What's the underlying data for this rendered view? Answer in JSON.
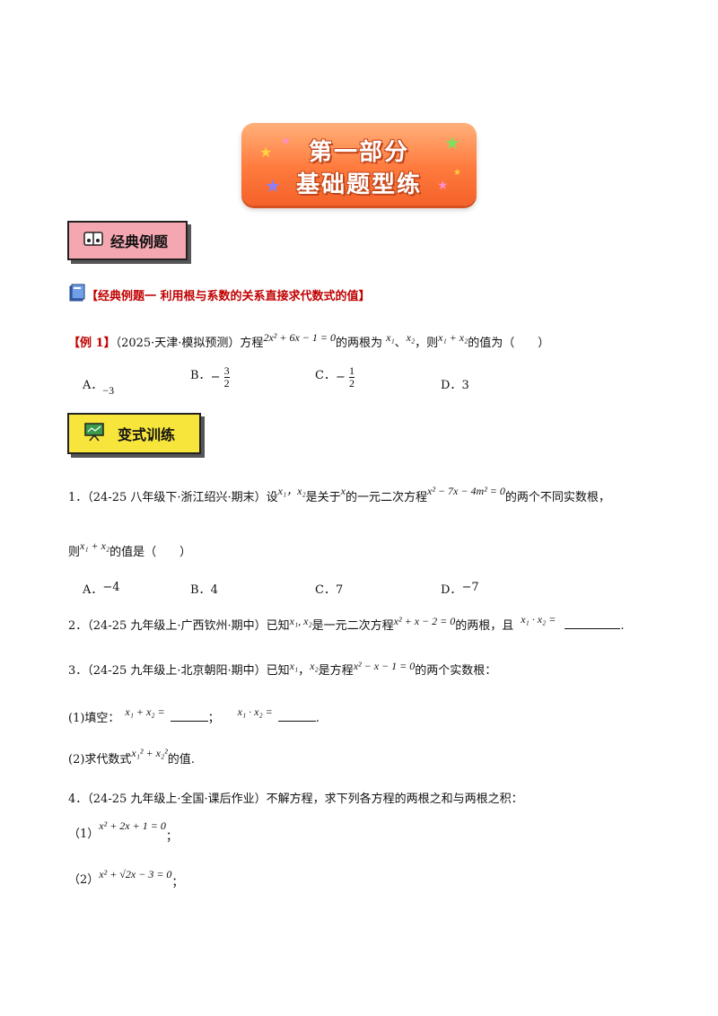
{
  "banner": {
    "line1": "第一部分",
    "line2": "基础题型练"
  },
  "section1": {
    "title": "经典例题"
  },
  "example_heading": "【经典例题一  利用根与系数的关系直接求代数式的值】",
  "example": {
    "tag": "【例 1】",
    "source": "（2025·天津·模拟预测）方程",
    "equation": "2x² + 6x − 1 = 0",
    "mid1": "的两根为",
    "x1": "x₁",
    "sep": "、",
    "x2": "x₂",
    "mid2": "，则",
    "expr": "x₁ + x₂",
    "tail": "的值为（　　）",
    "options": [
      {
        "letter": "A．",
        "value": "−3"
      },
      {
        "letter": "B．",
        "sign": "−",
        "num": "3",
        "den": "2"
      },
      {
        "letter": "C．",
        "sign": "−",
        "num": "1",
        "den": "2"
      },
      {
        "letter": "D．",
        "value": "3"
      }
    ]
  },
  "section2": {
    "title": "变式训练"
  },
  "q1": {
    "num": "1．",
    "source": "（24-25 八年级下·浙江绍兴·期末）设",
    "vars": "x₁，x₂",
    "text1": "是关于",
    "x": "x",
    "text2": "的一元二次方程",
    "equation": "x² − 7x − 4m² = 0",
    "text3": "的两个不同实数根，",
    "line2_pre": "则",
    "expr": "x₁ + x₂",
    "line2_post": "的值是（　　）",
    "options": [
      {
        "letter": "A．",
        "value": "−4"
      },
      {
        "letter": "B．",
        "value": "4"
      },
      {
        "letter": "C．",
        "value": "7"
      },
      {
        "letter": "D．",
        "value": "−7"
      }
    ]
  },
  "q2": {
    "num": "2．",
    "source": "（24-25 九年级上·广西钦州·期中）已知",
    "vars": "x₁, x₂",
    "text1": "是一元二次方程",
    "equation": "x² + x − 2 = 0",
    "text2": "的两根，且",
    "expr": "x₁ · x₂ =",
    "end": "."
  },
  "q3": {
    "num": "3．",
    "source": "（24-25 九年级上·北京朝阳·期中）已知",
    "x1": "x₁",
    "comma": "，",
    "x2": "x₂",
    "text1": "是方程",
    "equation": "x² − x − 1 = 0",
    "text2": "的两个实数根：",
    "part1_label": "(1)填空：",
    "part1_expr1": "x₁ + x₂ =",
    "part1_sep": "；",
    "part1_expr2": "x₁ · x₂ =",
    "part1_end": ".",
    "part2_label": "(2)求代数式",
    "part2_expr": "x₁² + x₂²",
    "part2_end": "的值."
  },
  "q4": {
    "num": "4．",
    "source": "（24-25 九年级上·全国·课后作业）不解方程，求下列各方程的两根之和与两根之积：",
    "items": [
      {
        "label": "（1）",
        "equation": "x² + 2x + 1 = 0",
        "end": "；"
      },
      {
        "label": "（2）",
        "equation": "x² + √2x − 3 = 0",
        "end": "；"
      }
    ]
  },
  "colors": {
    "banner": "#ff7a3c",
    "label1": "#f4a7b1",
    "label2": "#f7e53b",
    "heading": "#c00000"
  }
}
